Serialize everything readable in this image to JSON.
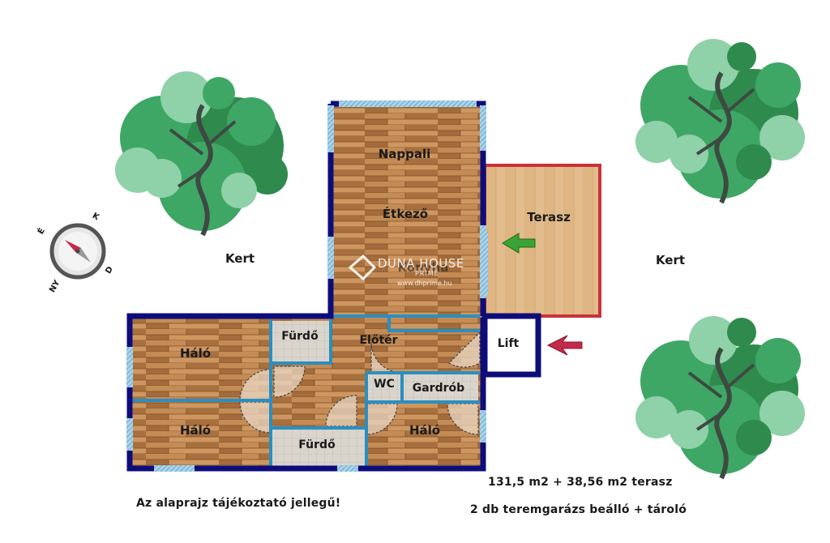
{
  "rooms": {
    "nappali": "Nappali",
    "etkezo": "Étkező",
    "konyha": "Konyha",
    "terasz": "Terasz",
    "lift": "Lift",
    "furdo_top": "Fürdő",
    "eloter": "Előtér",
    "halo_left_top": "Háló",
    "halo_left_bottom": "Háló",
    "halo_right": "Háló",
    "wc": "WC",
    "gardrob": "Gardrób",
    "furdo_bottom": "Fürdő"
  },
  "garden": {
    "left": "Kert",
    "right": "Kert"
  },
  "compass": {
    "north": "É",
    "east": "K",
    "south": "D",
    "west": "NY"
  },
  "watermark": {
    "brand": "DUNA HOUSE",
    "sub": "PRIME",
    "url": "www.dhprime.hu"
  },
  "notes": {
    "disclaimer": "Az alaprajz tájékoztató jellegű!",
    "area": "131,5 m2 + 38,56 m2 terasz",
    "garage": "2 db teremgarázs beálló + tároló"
  },
  "colors": {
    "wall": "#0d0d7a",
    "inner_wall": "#2a8fc0",
    "terrace_border": "#c8323a",
    "wood": "#b07a47",
    "tile": "#d4d0c8",
    "tree_dark": "#2f8a4e",
    "tree_mid": "#3fa765",
    "tree_light": "#8fd1a8",
    "arrow_green": "#3aa335",
    "arrow_red": "#c42a4a"
  }
}
